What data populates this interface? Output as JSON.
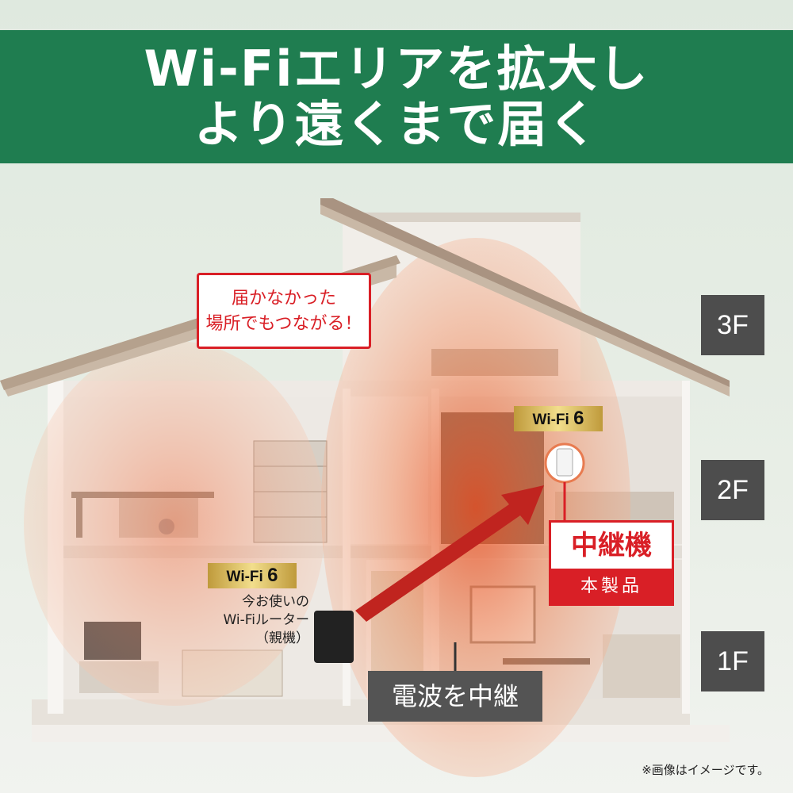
{
  "banner": {
    "line1": "Wi-Fiエリアを拡大し",
    "line2": "より遠くまで届く"
  },
  "callout": {
    "line1": "届かなかった",
    "line2": "場所でもつながる！"
  },
  "floors": {
    "f3": "3F",
    "f2": "2F",
    "f1": "1F"
  },
  "badges": {
    "repeater": {
      "prefix": "Wi-Fi ",
      "number": "6"
    },
    "router": {
      "prefix": "Wi-Fi ",
      "number": "6"
    }
  },
  "router_label": {
    "line1": "今お使いの",
    "line2": "Wi-Fiルーター",
    "line3": "（親機）"
  },
  "repeater_label": {
    "title": "中継機",
    "subtitle": "本製品"
  },
  "relay_label": "電波を中継",
  "footnote": "※画像はイメージです。",
  "colors": {
    "brand_green": "#1f7d50",
    "accent_red": "#d91f26",
    "signal_orange": "#f08a5d",
    "label_gray": "#4d4d4d"
  }
}
